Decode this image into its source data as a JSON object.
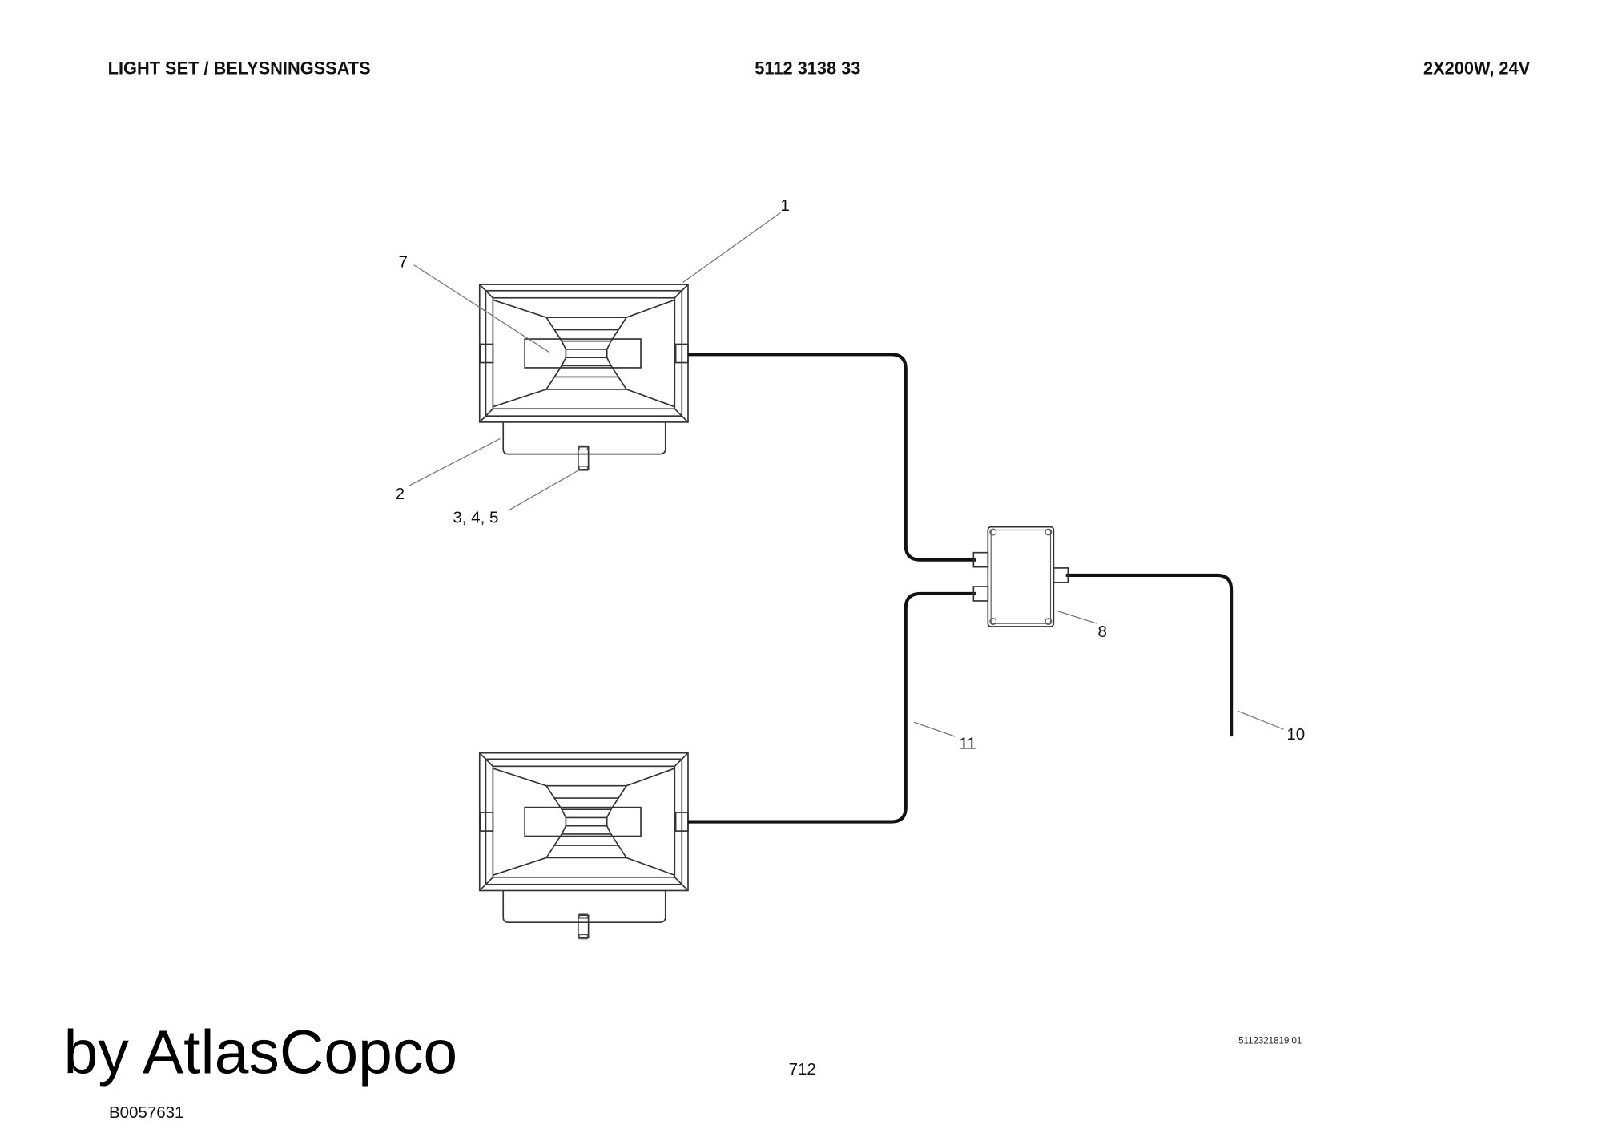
{
  "header": {
    "title": "LIGHT SET / BELYSNINGSSATS",
    "part_number": "5112 3138 33",
    "spec": "2X200W, 24V"
  },
  "callouts": {
    "c1": "1",
    "c7": "7",
    "c2": "2",
    "c345": "3, 4, 5",
    "c8": "8",
    "c11": "11",
    "c10": "10"
  },
  "footer": {
    "drawing_id": "5112321819 01",
    "page_number": "712",
    "figure_code": "B0057631",
    "watermark": "by AtlasCopco"
  }
}
